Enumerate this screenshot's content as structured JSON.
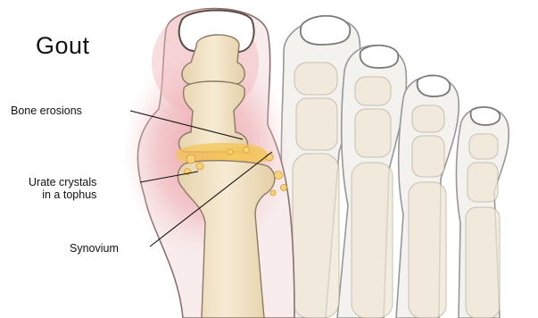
{
  "title": "Gout",
  "labels": {
    "bone_erosions": "Bone erosions",
    "urate_line1": "Urate crystals",
    "urate_line2": "in a tophus",
    "synovium": "Synovium"
  },
  "colors": {
    "bone": "#f1e3c4",
    "bone_outline": "#8a7a66",
    "inflammation": "#e79aa2",
    "crystals": "#f0c34a",
    "faded_toe": "#e8e6e3"
  }
}
